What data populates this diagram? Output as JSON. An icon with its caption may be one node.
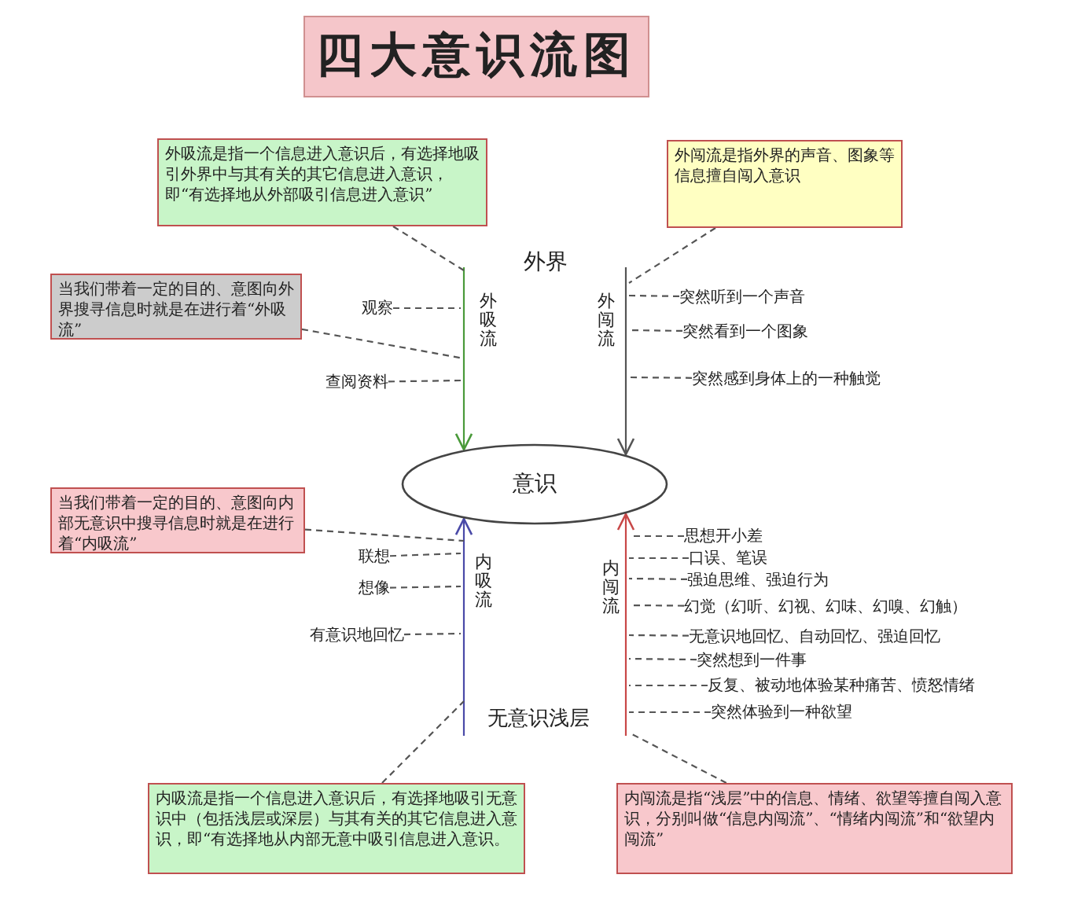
{
  "diagram": {
    "title": "四大意识流图",
    "nodes": [
      {
        "text": [
          "外吸流是指一个信息进入意识后，有选择地吸引外界中与其有关的其它信息进入意识，即“有选择地从外部吸引信息进入意识”"
        ]
      },
      {
        "text": [
          "外闯流是指外界的声音、图象等信息擅自闯入意识"
        ]
      },
      {
        "text": [
          "当我们带着一定的目的、意图向外界搜寻信息时就是在进行着“外吸流”"
        ]
      },
      {
        "text": [
          "观察"
        ]
      },
      {
        "text": [
          "查阅资料"
        ]
      },
      {
        "text": [
          "突然听到一个声音"
        ]
      },
      {
        "text": [
          "突然看到一个图象"
        ]
      },
      {
        "text": [
          "突然感到身体上的一种触觉"
        ]
      },
      {
        "text": [
          "意识"
        ]
      },
      {
        "text": [
          "当我们带着一定的目的、意图向内部无意识中搜寻信息时就是在进行着“内吸流”"
        ]
      },
      {
        "text": [
          "联想"
        ]
      },
      {
        "text": [
          "想像"
        ]
      },
      {
        "text": [
          "有意识地回忆"
        ]
      },
      {
        "text": [
          "思想开小差"
        ]
      },
      {
        "text": [
          "口误、笔误"
        ]
      },
      {
        "text": [
          "强迫思维、强迫行为"
        ]
      },
      {
        "text": [
          "幻觉（幻听、幻视、幻味、幻嗅、幻触）"
        ]
      },
      {
        "text": [
          "无意识地回忆、自动回忆、强迫回忆"
        ]
      },
      {
        "text": [
          "突然想到一件事"
        ]
      },
      {
        "text": [
          "反复、被动地体验某种痛苦、愤怒情绪"
        ]
      },
      {
        "text": [
          "突然体验到一种欲望"
        ]
      },
      {
        "text": [
          "内吸流是指一个信息进入意识后，有选择地吸引无意识中（包括浅层或深层）与其有关的其它信息进入意识，即“有选择地从内部无意中吸引信息进入意识。"
        ]
      },
      {
        "text": [
          "内闯流是指“浅层”中的信息、情绪、欲望等擅自闯入意识，分别叫做“信息内闯流”、“情绪内闯流”和“欲望内闯流”"
        ]
      }
    ],
    "edges": [
      {
        "from": null,
        "to": 8,
        "arrow": "to",
        "label": "外吸流",
        "color": "#4a9a3a"
      },
      {
        "from": null,
        "to": 8,
        "arrow": "to",
        "label": "外闯流"
      },
      {
        "from": null,
        "to": 8,
        "arrow": "to",
        "label": "内吸流",
        "color": "#4a4aa8"
      },
      {
        "from": null,
        "to": 8,
        "arrow": "to",
        "label": "内闯流",
        "color": "#c84848"
      },
      {
        "from": 0,
        "to": null,
        "arrow": "none",
        "style": "dashed"
      },
      {
        "from": 1,
        "to": null,
        "arrow": "none",
        "style": "dashed"
      },
      {
        "from": 2,
        "to": null,
        "arrow": "none",
        "style": "dashed"
      },
      {
        "from": 3,
        "to": null,
        "arrow": "none",
        "style": "dashed"
      },
      {
        "from": 4,
        "to": null,
        "arrow": "none",
        "style": "dashed"
      },
      {
        "from": 5,
        "to": null,
        "arrow": "none",
        "style": "dashed"
      },
      {
        "from": 6,
        "to": null,
        "arrow": "none",
        "style": "dashed"
      },
      {
        "from": 7,
        "to": null,
        "arrow": "none",
        "style": "dashed"
      },
      {
        "from": 9,
        "to": null,
        "arrow": "none",
        "style": "dashed"
      },
      {
        "from": 10,
        "to": null,
        "arrow": "none",
        "style": "dashed"
      },
      {
        "from": 11,
        "to": null,
        "arrow": "none",
        "style": "dashed"
      },
      {
        "from": 12,
        "to": null,
        "arrow": "none",
        "style": "dashed"
      },
      {
        "from": 13,
        "to": null,
        "arrow": "none",
        "style": "dashed"
      },
      {
        "from": 14,
        "to": null,
        "arrow": "none",
        "style": "dashed"
      },
      {
        "from": 15,
        "to": null,
        "arrow": "none",
        "style": "dashed"
      },
      {
        "from": 16,
        "to": null,
        "arrow": "none",
        "style": "dashed"
      },
      {
        "from": 17,
        "to": null,
        "arrow": "none",
        "style": "dashed"
      },
      {
        "from": 18,
        "to": null,
        "arrow": "none",
        "style": "dashed"
      },
      {
        "from": 19,
        "to": null,
        "arrow": "none",
        "style": "dashed"
      },
      {
        "from": 20,
        "to": null,
        "arrow": "none",
        "style": "dashed"
      },
      {
        "from": 21,
        "to": null,
        "arrow": "none",
        "style": "dashed"
      },
      {
        "from": 22,
        "to": null,
        "arrow": "none",
        "style": "dashed"
      }
    ],
    "labels": [
      "外界",
      "无意识浅层"
    ]
  }
}
